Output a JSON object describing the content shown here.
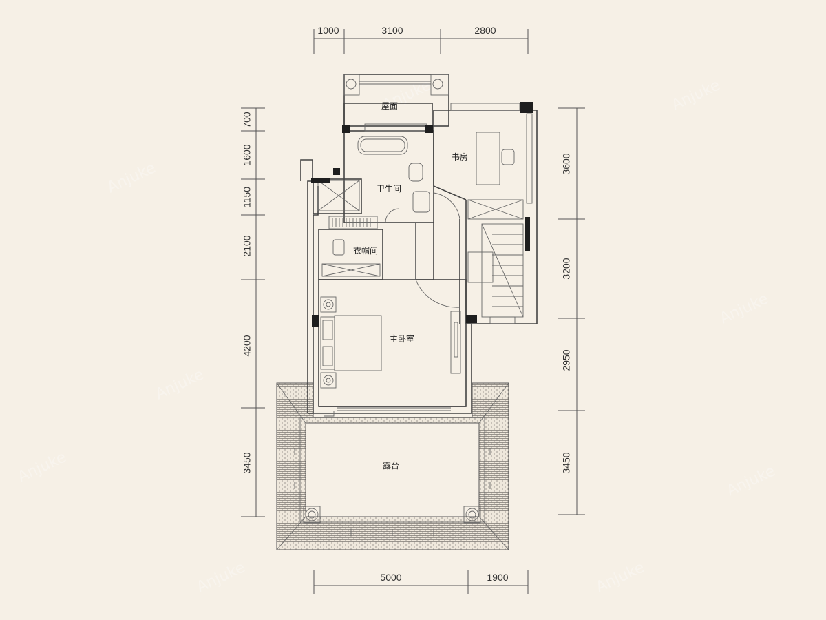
{
  "dimensions": {
    "top": [
      "1000",
      "3100",
      "2800"
    ],
    "bottom": [
      "5000",
      "1900"
    ],
    "left": [
      "700",
      "1600",
      "1150",
      "2100",
      "4200",
      "3450"
    ],
    "right": [
      "3600",
      "3200",
      "2950",
      "3450"
    ]
  },
  "rooms": {
    "roof": "屋面",
    "study": "书房",
    "bathroom": "卫生间",
    "closet": "衣帽间",
    "master_bedroom": "主卧室",
    "terrace": "露台"
  },
  "watermark": "Anjuke",
  "colors": {
    "background": "#f6f0e6",
    "wall": "#444444",
    "terrace_hatch": "#8a8580"
  }
}
